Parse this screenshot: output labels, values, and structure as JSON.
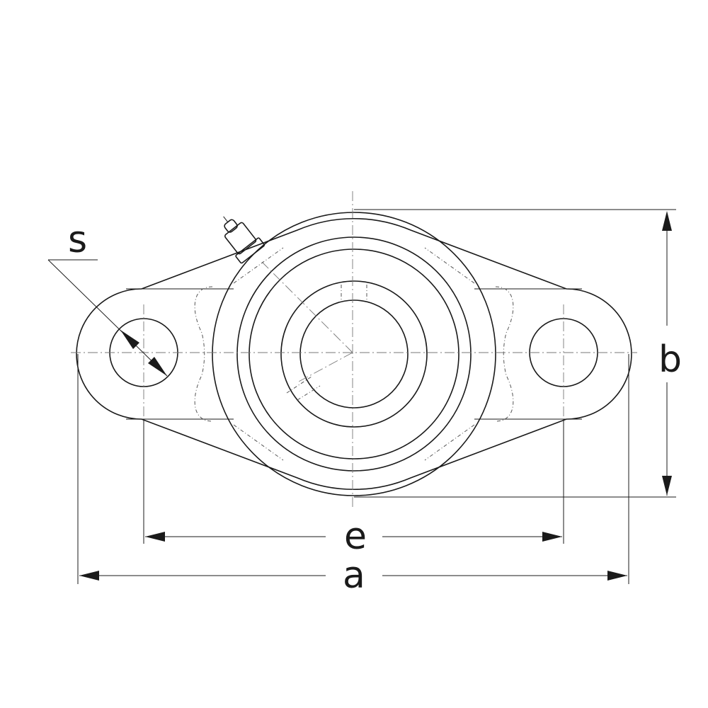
{
  "labels": {
    "s": "s",
    "b": "b",
    "e": "e",
    "a": "a"
  }
}
